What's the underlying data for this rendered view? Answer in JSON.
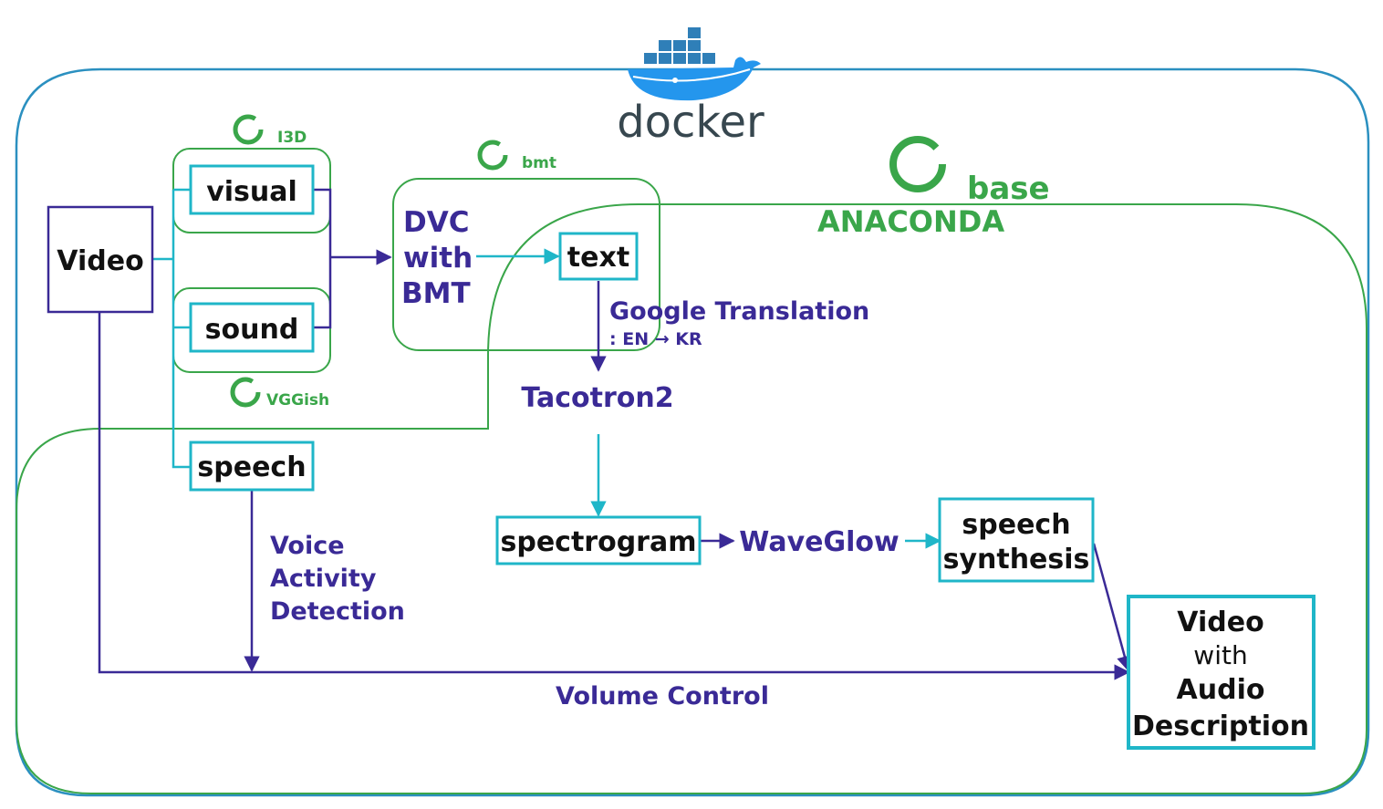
{
  "containers": {
    "docker": "docker",
    "anaconda_env": "base",
    "anaconda_brand": "ANACONDA",
    "i3d_env": "I3D",
    "vggish_env": "VGGish",
    "bmt_env": "bmt"
  },
  "boxes": {
    "video": "Video",
    "visual": "visual",
    "sound": "sound",
    "speech": "speech",
    "text": "text",
    "spectrogram": "spectrogram",
    "speech_synthesis": [
      "speech",
      "synthesis"
    ],
    "output": [
      "Video",
      "with",
      "Audio",
      "Description"
    ]
  },
  "labels": {
    "dvc": [
      "DVC",
      "with",
      "BMT"
    ],
    "google_translation": "Google Translation",
    "translation_dir": ": EN → KR",
    "tacotron": "Tacotron2",
    "waveglow": "WaveGlow",
    "vad": [
      "Voice",
      "Activity",
      "Detection"
    ],
    "volume_control": "Volume Control"
  },
  "colors": {
    "docker_border": "#2b90c0",
    "anaconda_green": "#3aa64a",
    "cyan_box": "#1fb6c8",
    "purple_flow": "#3a2a96",
    "docker_blue": "#2496ed"
  }
}
